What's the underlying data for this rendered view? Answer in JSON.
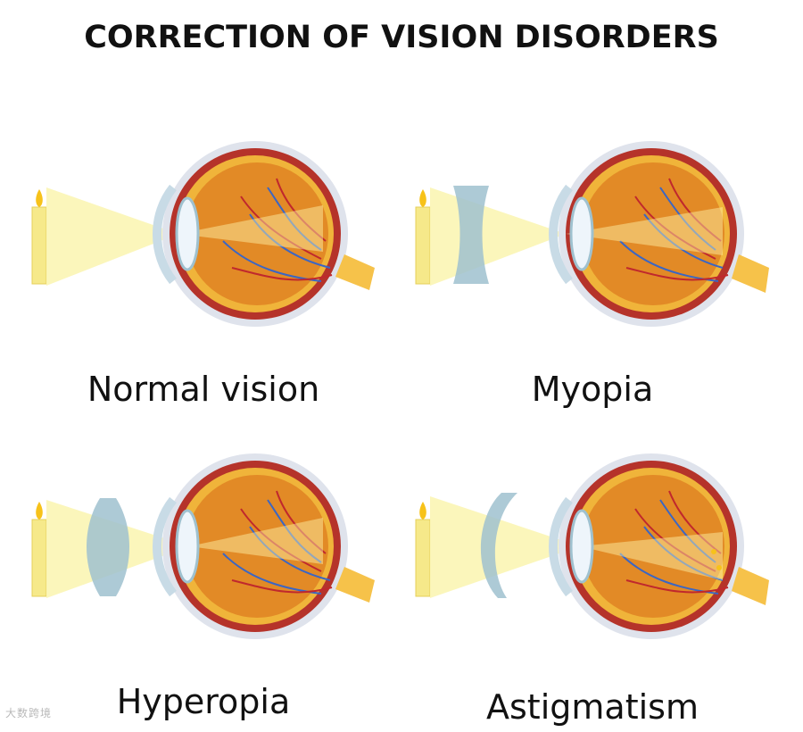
{
  "title": "CORRECTION OF VISION DISORDERS",
  "panels": [
    {
      "id": "normal",
      "label": "Normal vision",
      "lens": "none"
    },
    {
      "id": "myopia",
      "label": "Myopia",
      "lens": "concave"
    },
    {
      "id": "hyperopia",
      "label": "Hyperopia",
      "lens": "convex"
    },
    {
      "id": "astigmatism",
      "label": "Astigmatism",
      "lens": "meniscus"
    }
  ],
  "watermark": "大数跨境",
  "colors": {
    "beam": "#fbf5b4",
    "candle": "#f6e98a",
    "flame": "#f7c21a",
    "eye_outer": "#dfe3ec",
    "sclera": "#b5332a",
    "choroid": "#f0b43a",
    "vitreous": "#e28a26",
    "lens": "#9fc1cf",
    "cornea": "#c8dbe6",
    "vein": "#3b66c4",
    "artery": "#c0282d",
    "nerve": "#f6c24a"
  }
}
